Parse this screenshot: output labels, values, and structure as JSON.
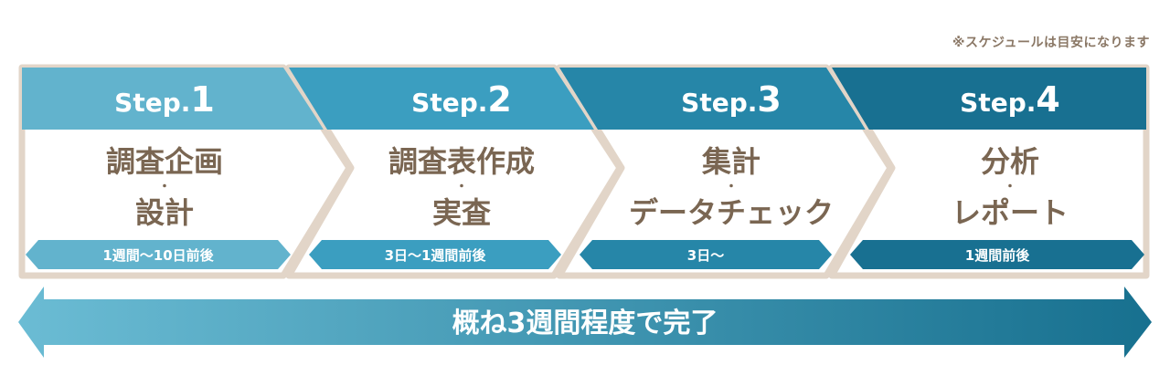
{
  "note": "※スケジュールは目安になります",
  "steps": [
    {
      "step": "Step.",
      "num": "1",
      "title_line1": "調査企画",
      "separator": "・",
      "title_line2": "設計",
      "duration": "1週間〜10日前後",
      "color": "#62b3cd"
    },
    {
      "step": "Step.",
      "num": "2",
      "title_line1": "調査表作成",
      "separator": "・",
      "title_line2": "実査",
      "duration": "3日〜1週間前後",
      "color": "#3b9ec0"
    },
    {
      "step": "Step.",
      "num": "3",
      "title_line1": "集計",
      "separator": "・",
      "title_line2": "データチェック",
      "duration": "3日〜",
      "color": "#2686a8"
    },
    {
      "step": "Step.",
      "num": "4",
      "title_line1": "分析",
      "separator": "・",
      "title_line2": "レポート",
      "duration": "1週間前後",
      "color": "#187091"
    }
  ],
  "summary": "概ね3週間程度で完了",
  "colors": {
    "border": "#e2d5c8",
    "text_brown": "#7a6652",
    "summary_start": "#6bbcd4",
    "summary_end": "#17708f"
  }
}
